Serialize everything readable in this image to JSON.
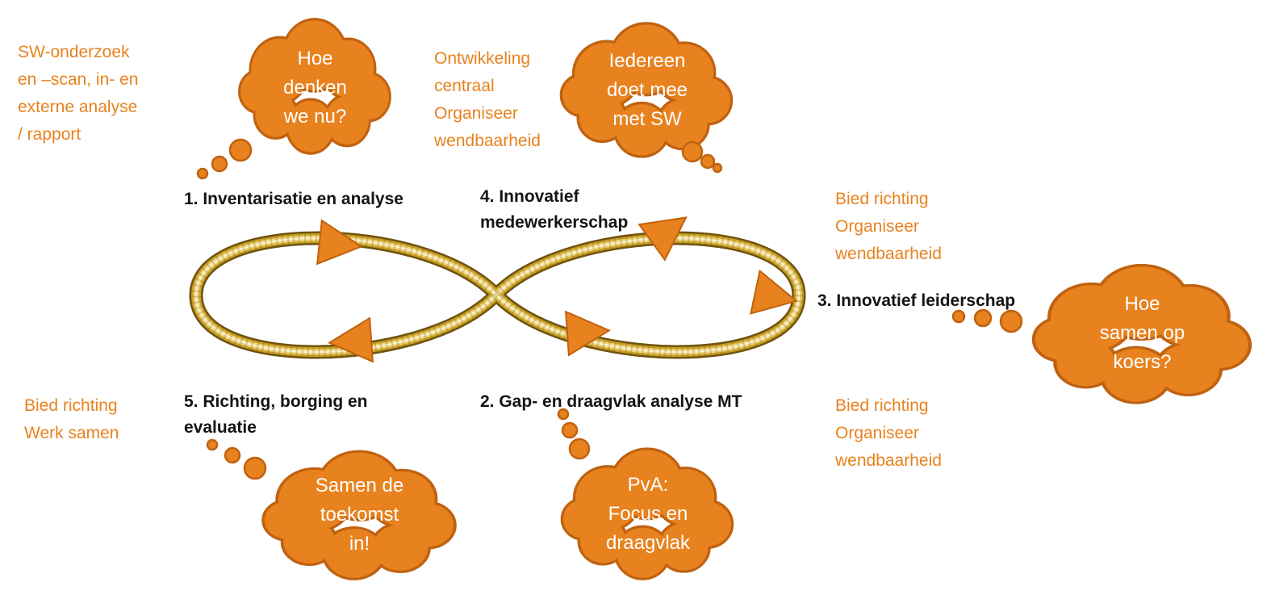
{
  "colors": {
    "orange": "#E8821E",
    "orange_dark": "#BF6211",
    "gold_dark": "#6E520E",
    "gold_mid": "#C9A227",
    "gold_light": "#EED27A",
    "text_black": "#141414",
    "cloud_text": "#FFFFFF"
  },
  "notes": {
    "top_left": "SW-onderzoek\nen –scan, in- en\nexterne analyse\n/ rapport",
    "top_center": "Ontwikkeling\ncentraal\nOrganiseer\nwendbaarheid",
    "right_top": "Bied richting\nOrganiseer\nwendbaarheid",
    "bottom_left": "Bied richting\nWerk samen",
    "bottom_right": "Bied richting\nOrganiseer\nwendbaarheid"
  },
  "steps": {
    "step_1": "1. Inventarisatie en analyse",
    "step_2": "2. Gap- en draagvlak analyse MT",
    "step_3": "3. Innovatief leiderschap",
    "step_4": "4. Innovatief\nmedewerkerschap",
    "step_5": "5. Richting, borging en\nevaluatie"
  },
  "clouds": {
    "hoe_denken": "Hoe\ndenken\nwe nu?",
    "iedereen": "Iedereen\ndoet mee\nmet SW",
    "hoe_samen": "Hoe\nsamen op\nkoers?",
    "samen_de": "Samen de\ntoekomst\nin!",
    "pva": "PvA:\nFocus en\ndraagvlak"
  }
}
